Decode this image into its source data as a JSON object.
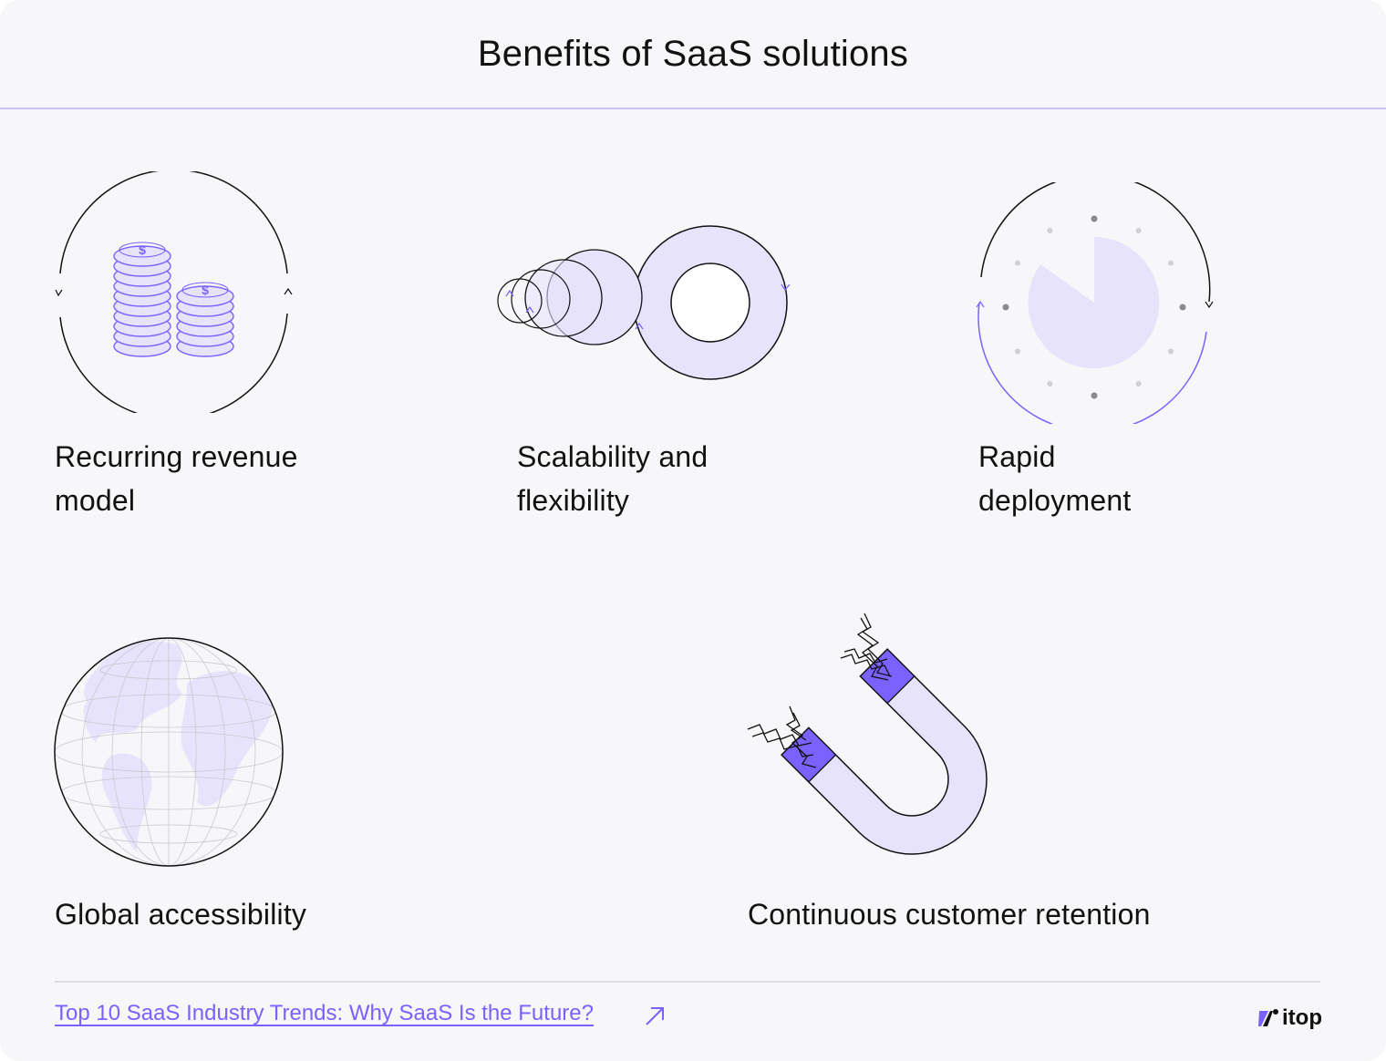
{
  "header": {
    "title": "Benefits of SaaS solutions"
  },
  "benefits": [
    {
      "line1": "Recurring revenue",
      "line2": "model",
      "icon": "coins-cycle-icon"
    },
    {
      "line1": "Scalability and",
      "line2": "flexibility",
      "icon": "expanding-circles-icon"
    },
    {
      "line1": "Rapid",
      "line2": "deployment",
      "icon": "clock-timer-icon"
    },
    {
      "line1": "Global accessibility",
      "icon": "globe-icon"
    },
    {
      "line1": "Continuous customer retention",
      "icon": "magnet-icon"
    }
  ],
  "footer": {
    "link_text": "Top 10 SaaS Industry Trends: Why SaaS Is the Future?",
    "link_icon": "arrow-up-right-icon",
    "logo_text": "itop",
    "logo_icon": "logo-mark-icon"
  },
  "colors": {
    "accent": "#7b61ff",
    "accent_light": "#e7e3fc",
    "background": "#f7f7f9",
    "text": "#111111"
  }
}
